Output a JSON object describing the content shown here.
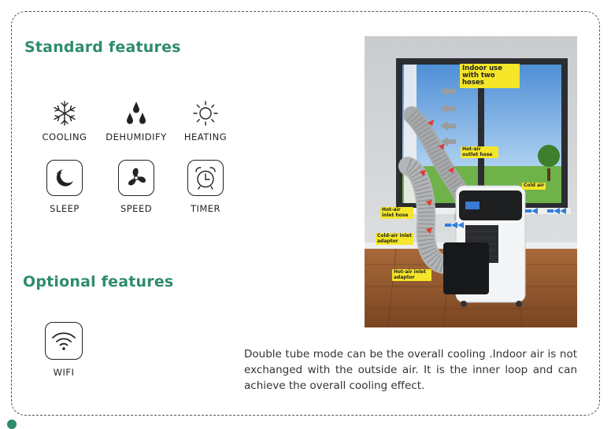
{
  "standard_features": {
    "title": "Standard features",
    "items": [
      {
        "label": "COOLING",
        "icon": "snowflake-icon"
      },
      {
        "label": "DEHUMIDIFY",
        "icon": "droplets-icon"
      },
      {
        "label": "HEATING",
        "icon": "sun-icon"
      },
      {
        "label": "SLEEP",
        "icon": "moon-icon"
      },
      {
        "label": "SPEED",
        "icon": "fan-icon"
      },
      {
        "label": "TIMER",
        "icon": "alarm-clock-icon"
      }
    ]
  },
  "optional_features": {
    "title": "Optional features",
    "items": [
      {
        "label": "WIFI",
        "icon": "wifi-icon"
      }
    ]
  },
  "photo": {
    "labels": {
      "indoor_use": "Indoor use with two hoses",
      "hot_air_outlet_hose": "Hot-air outlet hose",
      "cold_air": "Cold air",
      "hot_air_inlet_hose": "Hot-air inlet hose",
      "cold_air_inlet_adaptor": "Cold-air inlet adaptor",
      "hot_air_inlet_adaptor": "Hot-air inlet adaptor"
    }
  },
  "description": "Double tube mode can be the overall cooling .Indoor air is not exchanged with the outside air. It is the inner loop and can achieve the overall cooling effect.",
  "colors": {
    "accent": "#2e8b6f",
    "label_yellow": "#f5e62a"
  }
}
